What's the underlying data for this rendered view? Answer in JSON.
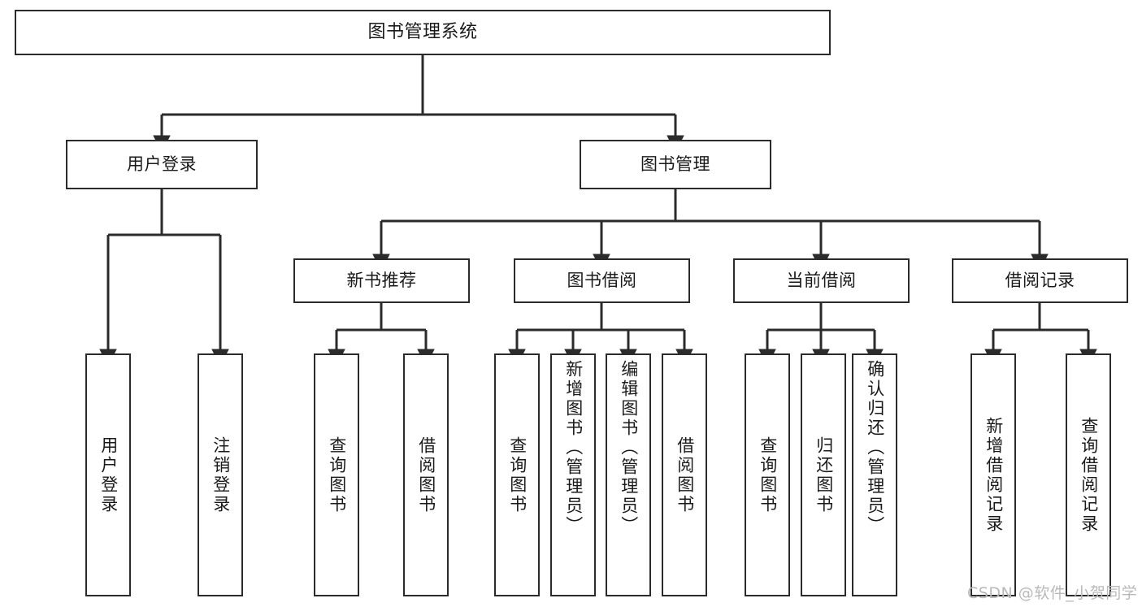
{
  "diagram": {
    "title": "图书管理系统",
    "type": "tree-hierarchy-chart",
    "orientation": "top-down",
    "style": {
      "box_stroke": "#2b2b2b",
      "box_fill": "#ffffff",
      "connector_stroke": "#2b2b2b",
      "text_color": "#1a1a1a",
      "background": "#ffffff"
    }
  },
  "nodes": {
    "root": {
      "label": "图书管理系统"
    },
    "level2": {
      "user_login": {
        "label": "用户登录"
      },
      "book_manage": {
        "label": "图书管理"
      }
    },
    "level3": {
      "new_book_recommend": {
        "label": "新书推荐"
      },
      "book_borrow": {
        "label": "图书借阅"
      },
      "current_borrow": {
        "label": "当前借阅"
      },
      "borrow_record": {
        "label": "借阅记录"
      }
    },
    "leaves": {
      "user_login_1": {
        "label": "用户登录"
      },
      "user_login_2": {
        "label": "注销登录"
      },
      "new_book_1": {
        "label": "查询图书"
      },
      "new_book_2": {
        "label": "借阅图书"
      },
      "borrow_1": {
        "label": "查询图书"
      },
      "borrow_2": {
        "label": "新增图书（管理员）"
      },
      "borrow_3": {
        "label": "编辑图书（管理员）"
      },
      "borrow_4": {
        "label": "借阅图书"
      },
      "current_1": {
        "label": "查询图书"
      },
      "current_2": {
        "label": "归还图书"
      },
      "current_3": {
        "label": "确认归还（管理员）"
      },
      "record_1": {
        "label": "新增借阅记录"
      },
      "record_2": {
        "label": "查询借阅记录"
      }
    }
  },
  "watermark": {
    "text": "CSDN @软件_小贺同学"
  }
}
